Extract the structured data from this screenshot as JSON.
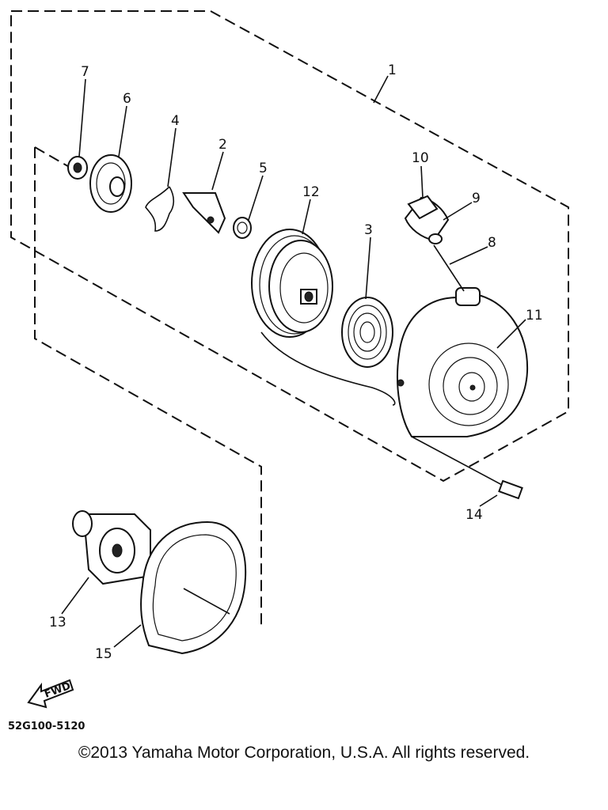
{
  "diagram": {
    "part_labels": {
      "p1": "1",
      "p2": "2",
      "p3": "3",
      "p4": "4",
      "p5": "5",
      "p6": "6",
      "p7": "7",
      "p8": "8",
      "p9": "9",
      "p10": "10",
      "p11": "11",
      "p12": "12",
      "p13": "13",
      "p14": "14",
      "p15": "15"
    },
    "fwd_label": "FWD",
    "diagram_code": "52G100-5120"
  },
  "footer": {
    "copyright": "©2013 Yamaha Motor Corporation, U.S.A. All rights reserved."
  }
}
